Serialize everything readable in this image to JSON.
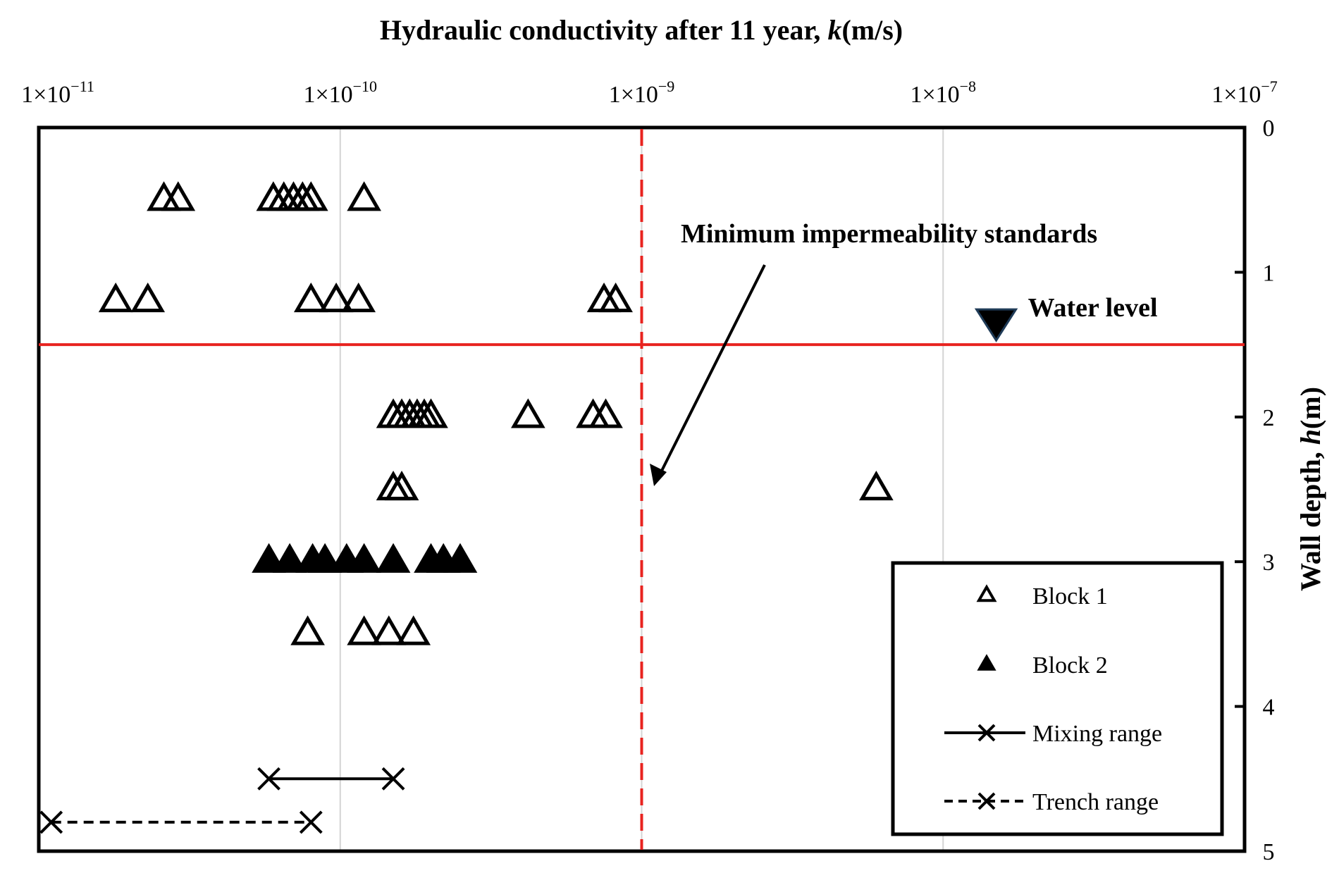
{
  "chart_data": {
    "type": "scatter",
    "title": "Hydraulic conductivity after 11 year, k(m/s)",
    "title_parts": [
      "Hydraulic conductivity after 11 year, ",
      "k",
      "(m/s)"
    ],
    "xlabel": "Hydraulic conductivity after 11 year, k(m/s)",
    "ylabel": "Wall depth, h(m)",
    "ylabel_parts": [
      "Wall depth, ",
      "h",
      "(m)"
    ],
    "x_scale": "log",
    "xlim": [
      1e-11,
      1e-07
    ],
    "x_ticks": [
      {
        "value": 1e-11,
        "label": "1×10",
        "exp": "−11"
      },
      {
        "value": 1e-10,
        "label": "1×10",
        "exp": "−10"
      },
      {
        "value": 1e-09,
        "label": "1×10",
        "exp": "−9"
      },
      {
        "value": 1e-08,
        "label": "1×10",
        "exp": "−8"
      },
      {
        "value": 1e-07,
        "label": "1×10",
        "exp": "−7"
      }
    ],
    "ylim": [
      0,
      5
    ],
    "y_inverted": true,
    "y_axis_side": "right",
    "x_axis_side": "top",
    "y_ticks": [
      0,
      1,
      2,
      3,
      4,
      5
    ],
    "grid": "vertical major gridlines",
    "legend_position": "bottom-right",
    "series": [
      {
        "name": "Block 1",
        "marker": "open-triangle",
        "points": [
          {
            "x": 2.6e-11,
            "y": 0.5
          },
          {
            "x": 2.9e-11,
            "y": 0.5
          },
          {
            "x": 6e-11,
            "y": 0.5
          },
          {
            "x": 6.5e-11,
            "y": 0.5
          },
          {
            "x": 7e-11,
            "y": 0.5
          },
          {
            "x": 7.5e-11,
            "y": 0.5
          },
          {
            "x": 8e-11,
            "y": 0.5
          },
          {
            "x": 1.2e-10,
            "y": 0.5
          },
          {
            "x": 1.8e-11,
            "y": 1.2
          },
          {
            "x": 2.3e-11,
            "y": 1.2
          },
          {
            "x": 8e-11,
            "y": 1.2
          },
          {
            "x": 9.7e-11,
            "y": 1.2
          },
          {
            "x": 1.15e-10,
            "y": 1.2
          },
          {
            "x": 7.5e-10,
            "y": 1.2
          },
          {
            "x": 8.2e-10,
            "y": 1.2
          },
          {
            "x": 1.5e-10,
            "y": 2.0
          },
          {
            "x": 1.6e-10,
            "y": 2.0
          },
          {
            "x": 1.7e-10,
            "y": 2.0
          },
          {
            "x": 1.8e-10,
            "y": 2.0
          },
          {
            "x": 1.9e-10,
            "y": 2.0
          },
          {
            "x": 2e-10,
            "y": 2.0
          },
          {
            "x": 4.2e-10,
            "y": 2.0
          },
          {
            "x": 6.9e-10,
            "y": 2.0
          },
          {
            "x": 7.6e-10,
            "y": 2.0
          },
          {
            "x": 1.5e-10,
            "y": 2.5
          },
          {
            "x": 1.6e-10,
            "y": 2.5
          },
          {
            "x": 6e-09,
            "y": 2.5
          },
          {
            "x": 7.8e-11,
            "y": 3.5
          },
          {
            "x": 1.2e-10,
            "y": 3.5
          },
          {
            "x": 1.45e-10,
            "y": 3.5
          },
          {
            "x": 1.75e-10,
            "y": 3.5
          }
        ]
      },
      {
        "name": "Block 2",
        "marker": "filled-triangle",
        "points": [
          {
            "x": 5.8e-11,
            "y": 3.0
          },
          {
            "x": 6.8e-11,
            "y": 3.0
          },
          {
            "x": 8.1e-11,
            "y": 3.0
          },
          {
            "x": 8.9e-11,
            "y": 3.0
          },
          {
            "x": 1.05e-10,
            "y": 3.0
          },
          {
            "x": 1.2e-10,
            "y": 3.0
          },
          {
            "x": 1.5e-10,
            "y": 3.0
          },
          {
            "x": 2e-10,
            "y": 3.0
          },
          {
            "x": 2.2e-10,
            "y": 3.0
          },
          {
            "x": 2.5e-10,
            "y": 3.0
          }
        ]
      },
      {
        "name": "Mixing range",
        "marker": "cross-solid-line",
        "points": [
          {
            "x": 5.8e-11,
            "y": 4.5
          },
          {
            "x": 1.5e-10,
            "y": 4.5
          }
        ]
      },
      {
        "name": "Trench range",
        "marker": "cross-dashed-line",
        "points": [
          {
            "x": 1.1e-11,
            "y": 4.8
          },
          {
            "x": 8e-11,
            "y": 4.8
          }
        ]
      }
    ],
    "reference_lines": {
      "water_level": {
        "y": 1.5,
        "label": "Water level",
        "marker_x": 1.5e-08,
        "color": "#e8231f"
      },
      "standard": {
        "x": 1e-09,
        "label": "Minimum impermeability standards",
        "color": "#e8231f"
      }
    }
  }
}
